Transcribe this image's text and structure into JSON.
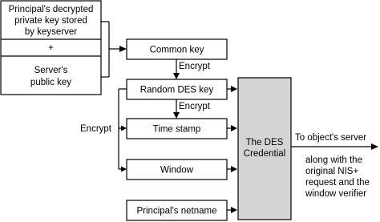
{
  "diagram": {
    "boxes": {
      "private_key": [
        "Principal's decrypted",
        "private key stored",
        "by keyserver"
      ],
      "plus": "+",
      "public_key": [
        "Server's",
        "public key"
      ],
      "common_key": "Common key",
      "random_des_key": "Random DES key",
      "time_stamp": "Time stamp",
      "window": "Window",
      "netname": "Principal's netname",
      "credential": [
        "The DES",
        "Credential"
      ]
    },
    "labels": {
      "encrypt_common": "Encrypt",
      "encrypt_des": "Encrypt",
      "encrypt_left": "Encrypt"
    },
    "output": {
      "destination": "To object's server",
      "note": [
        "along with the",
        "original NIS+",
        "request and the",
        "window verifier"
      ]
    },
    "colors": {
      "credential_fill": "#d4d4d4",
      "box_fill": "#ffffff",
      "stroke": "#000000"
    }
  }
}
